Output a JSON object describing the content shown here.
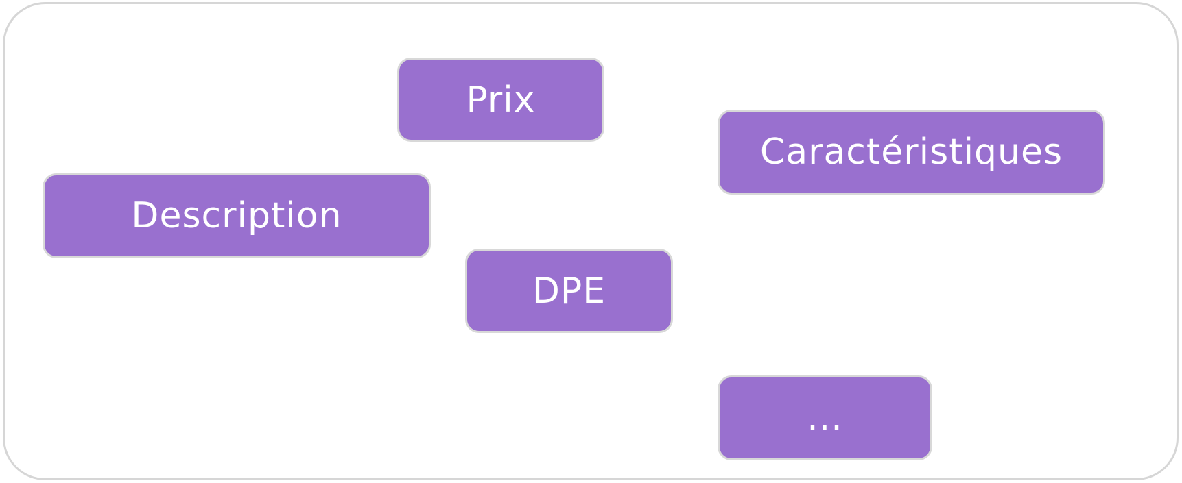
{
  "tags": [
    {
      "label": "Prix"
    },
    {
      "label": "Caractéristiques"
    },
    {
      "label": "Description"
    },
    {
      "label": "DPE"
    },
    {
      "label": "..."
    }
  ],
  "colors": {
    "tag_fill": "#9970cf",
    "tag_border": "#d8d8d8",
    "frame_border": "#d6d6d6",
    "text": "#ffffff"
  }
}
